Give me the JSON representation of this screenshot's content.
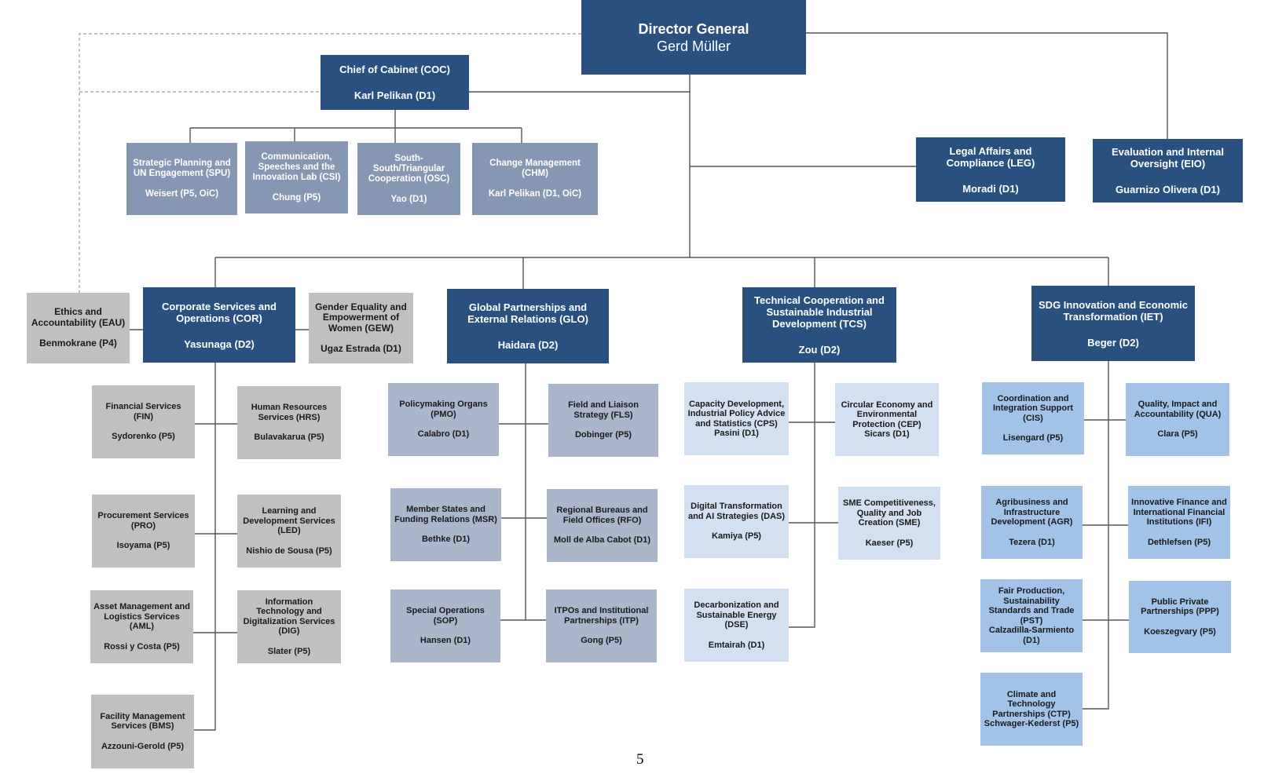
{
  "page_number": "5",
  "colors": {
    "executive": "#2a5080",
    "cabinet_unit": "#8597b3",
    "cor_unit": "#c0c0c0",
    "glo_unit": "#aab6ca",
    "tcs_unit": "#d2e0f2",
    "iet_unit": "#a2c2e8",
    "connector": "#555555",
    "dotted_connector": "#999999"
  },
  "director_general": {
    "title": "Director General",
    "name": "Gerd Müller"
  },
  "chief_of_cabinet": {
    "title": "Chief of Cabinet (COC)",
    "name": "Karl Pelikan (D1)"
  },
  "cabinet_units": [
    {
      "title": "Strategic Planning and UN Engagement (SPU)",
      "name": "Weisert (P5, OiC)"
    },
    {
      "title": "Communication, Speeches and the Innovation Lab (CSI)",
      "name": "Chung (P5)"
    },
    {
      "title": "South-South/Triangular Cooperation (OSC)",
      "name": "Yao (D1)"
    },
    {
      "title": "Change Management (CHM)",
      "name": "Karl Pelikan (D1, OiC)"
    }
  ],
  "dg_offices": [
    {
      "title": "Legal Affairs and Compliance (LEG)",
      "name": "Moradi (D1)"
    },
    {
      "title": "Evaluation and Internal Oversight (EIO)",
      "name": "Guarnizo Olivera (D1)"
    }
  ],
  "side_offices": [
    {
      "title": "Ethics and Accountability (EAU)",
      "name": "Benmokrane (P4)"
    },
    {
      "title": "Gender Equality and Empowerment of Women (GEW)",
      "name": "Ugaz Estrada (D1)"
    }
  ],
  "directorates": [
    {
      "title": "Corporate Services and Operations (COR)",
      "name": "Yasunaga (D2)",
      "units": [
        {
          "title": "Financial Services (FIN)",
          "name": "Sydorenko (P5)"
        },
        {
          "title": "Human Resources Services (HRS)",
          "name": "Bulavakarua (P5)"
        },
        {
          "title": "Procurement Services (PRO)",
          "name": "Isoyama (P5)"
        },
        {
          "title": "Learning and Development Services (LED)",
          "name": "Nishio de Sousa (P5)"
        },
        {
          "title": "Asset Management and Logistics Services (AML)",
          "name": "Rossi y Costa (P5)"
        },
        {
          "title": "Information Technology and Digitalization Services (DIG)",
          "name": "Slater (P5)"
        },
        {
          "title": "Facility Management Services (BMS)",
          "name": "Azzouni-Gerold (P5)"
        }
      ]
    },
    {
      "title": "Global Partnerships and External Relations (GLO)",
      "name": "Haidara (D2)",
      "units": [
        {
          "title": "Policymaking Organs (PMO)",
          "name": "Calabro (D1)"
        },
        {
          "title": "Field and Liaison Strategy (FLS)",
          "name": "Dobinger (P5)"
        },
        {
          "title": "Member States and Funding Relations (MSR)",
          "name": "Bethke (D1)"
        },
        {
          "title": "Regional Bureaus and Field Offices (RFO)",
          "name": "Moll de Alba Cabot (D1)"
        },
        {
          "title": "Special Operations (SOP)",
          "name": "Hansen (D1)"
        },
        {
          "title": "ITPOs and Institutional Partnerships (ITP)",
          "name": "Gong (P5)"
        }
      ]
    },
    {
      "title": "Technical Cooperation and Sustainable Industrial Development (TCS)",
      "name": "Zou (D2)",
      "units": [
        {
          "title": "Capacity Development, Industrial Policy Advice and Statistics (CPS)",
          "name": "Pasini (D1)"
        },
        {
          "title": "Circular Economy and Environmental Protection (CEP)",
          "name": "Sicars (D1)"
        },
        {
          "title": "Digital Transformation and AI Strategies (DAS)",
          "name": "Kamiya (P5)"
        },
        {
          "title": "SME Competitiveness, Quality and Job Creation (SME)",
          "name": "Kaeser (P5)"
        },
        {
          "title": "Decarbonization and Sustainable Energy (DSE)",
          "name": "Emtairah (D1)"
        }
      ]
    },
    {
      "title": "SDG Innovation and Economic Transformation (IET)",
      "name": "Beger (D2)",
      "units": [
        {
          "title": "Coordination and Integration Support (CIS)",
          "name": "Lisengard (P5)"
        },
        {
          "title": "Quality, Impact and Accountability (QUA)",
          "name": "Clara (P5)"
        },
        {
          "title": "Agribusiness and Infrastructure Development (AGR)",
          "name": "Tezera (D1)"
        },
        {
          "title": "Innovative Finance and International Financial Institutions (IFI)",
          "name": "Dethlefsen (P5)"
        },
        {
          "title": "Fair Production, Sustainability Standards and Trade (PST)",
          "name": "Calzadilla-Sarmiento (D1)"
        },
        {
          "title": "Public Private Partnerships (PPP)",
          "name": "Koeszegvary (P5)"
        },
        {
          "title": "Climate and Technology Partnerships (CTP)",
          "name": "Schwager-Kederst (P5)"
        }
      ]
    }
  ]
}
